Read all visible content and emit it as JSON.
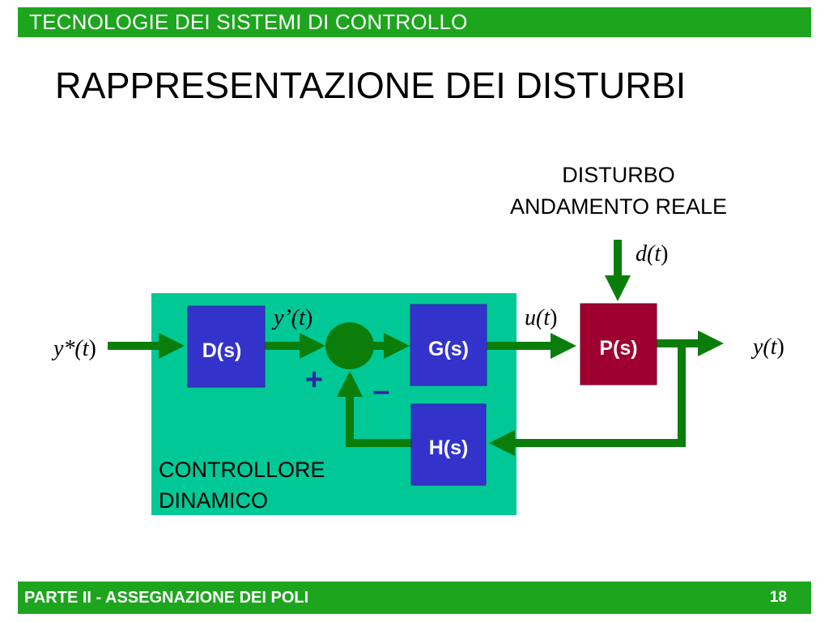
{
  "header": {
    "course_title": "TECNOLOGIE DEI SISTEMI DI CONTROLLO"
  },
  "slide": {
    "title": "RAPPRESENTAZIONE DEI DISTURBI"
  },
  "footer": {
    "section": "PARTE II - ASSEGNAZIONE DEI POLI",
    "page_number": "18"
  },
  "diagram": {
    "disturbance_label_line1": "DISTURBO",
    "disturbance_label_line2": "ANDAMENTO REALE",
    "controller_label_line1": "CONTROLLORE",
    "controller_label_line2": "DINAMICO",
    "blocks": {
      "D": "D(s)",
      "G": "G(s)",
      "P": "P(s)",
      "H": "H(s)"
    },
    "signals": {
      "reference_base": "y*(",
      "ref_prime_base": "y’(",
      "control_base": "u(",
      "disturbance_base": "d(",
      "output_base": "y(",
      "time_var": "t",
      "close_paren": ")"
    },
    "summing_signs": {
      "plus": "+",
      "minus": "–"
    }
  },
  "colors": {
    "bar_green": "#1ea51e",
    "controller_bg": "#00c896",
    "block_blue": "#3333cc",
    "plant_red": "#9e0030",
    "arrow_green": "#0a7d0a",
    "sign_blue": "#2a2aa0"
  }
}
